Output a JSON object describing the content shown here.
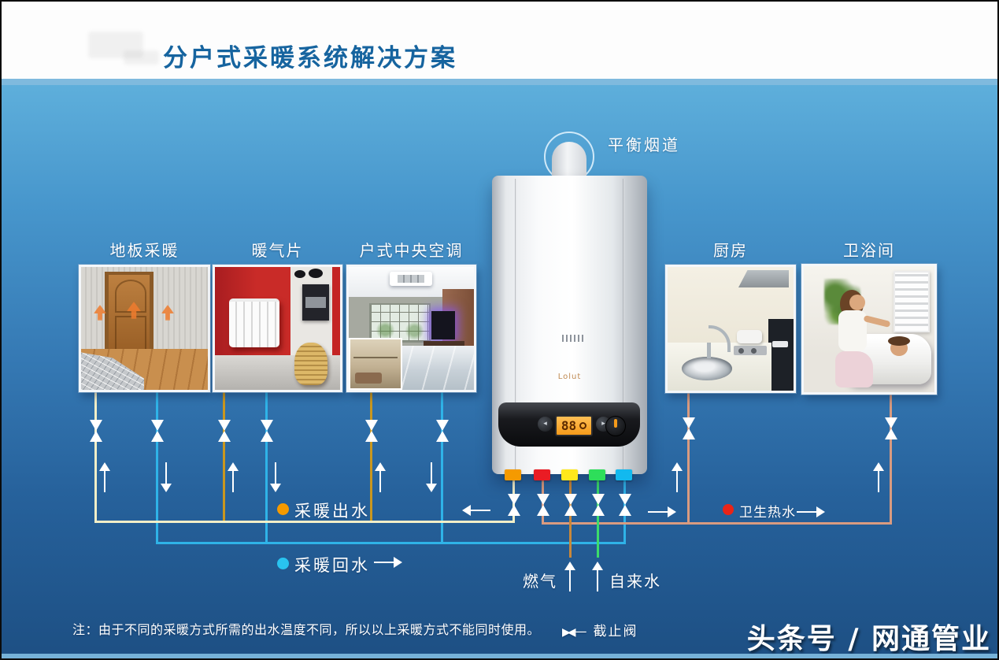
{
  "header": {
    "title": "分户式采暖系统解决方案"
  },
  "flue": {
    "label": "平衡烟道"
  },
  "rooms": [
    {
      "label": "地板采暖"
    },
    {
      "label": "暖气片"
    },
    {
      "label": "户式中央空调"
    },
    {
      "label": "厨房"
    },
    {
      "label": "卫浴间"
    }
  ],
  "boiler": {
    "brand": "Lolut",
    "display_value": "88"
  },
  "legends": {
    "heating_outlet": {
      "label": "采暖出水",
      "dot_color": "#F59A00"
    },
    "heating_return": {
      "label": "采暖回水",
      "dot_color": "#29C3F0"
    },
    "sanitary_hot_water": {
      "label": "卫生热水",
      "dot_color": "#EA2417"
    }
  },
  "inlets": {
    "gas": {
      "label": "燃气"
    },
    "tap_water": {
      "label": "自来水"
    }
  },
  "valve_legend": {
    "symbol": "▶◀",
    "dash": "—",
    "label": "截止阀"
  },
  "note": "注：由于不同的采暖方式所需的出水温度不同，所以以上采暖方式不能同时使用。",
  "watermark": "头条号 / 网通管业",
  "pipe_colors": {
    "heating_outlet_main": "#F2EFC8",
    "heating_outlet_hot": "#C9971F",
    "heating_return": "#2FB3E8",
    "sanitary_hot_water": "#D99B80",
    "gas": "#C9883A",
    "tap_water": "#3DDC6A"
  },
  "boiler_connector_colors": [
    "#F59A00",
    "#EA1C24",
    "#FFE81C",
    "#2EDE5A",
    "#12B9EF"
  ]
}
